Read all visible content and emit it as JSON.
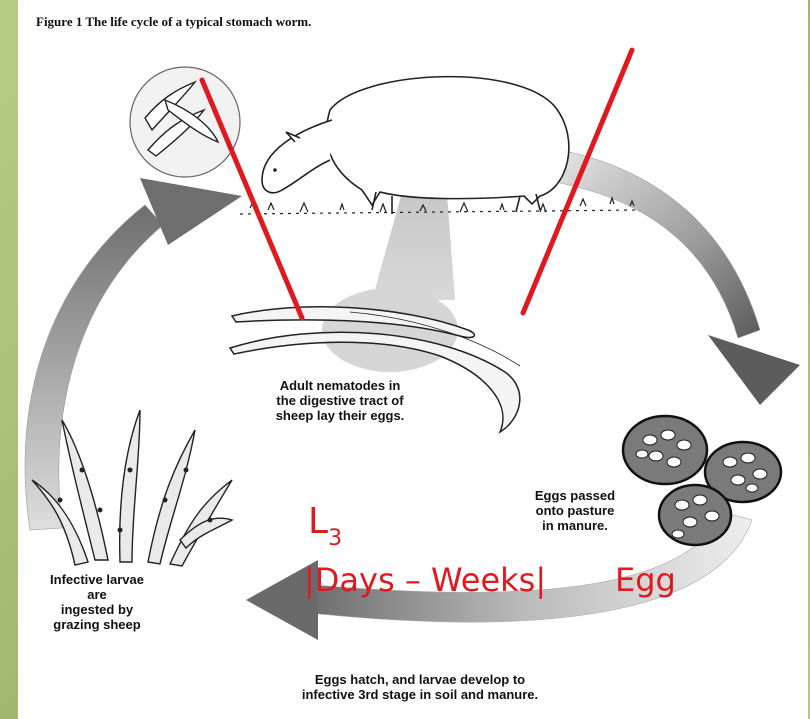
{
  "figure_title": "Figure 1  The life cycle of a typical stomach worm.",
  "labels": {
    "adult": [
      "Adult nematodes in",
      "the digestive tract of",
      "sheep lay their eggs."
    ],
    "eggs_passed": [
      "Eggs passed",
      "onto pasture",
      "in manure."
    ],
    "infective_larvae": [
      "Infective larvae",
      "are",
      "ingested by",
      "grazing sheep"
    ],
    "hatch": [
      "Eggs hatch, and larvae develop to",
      "infective 3rd stage in soil and manure."
    ]
  },
  "annotations": {
    "stage_label": "L",
    "stage_subscript": "3",
    "duration": "|Days – Weeks|",
    "egg": "Egg"
  },
  "colors": {
    "annotation_red": "#e0191f",
    "background_green": "#a9c27a"
  }
}
